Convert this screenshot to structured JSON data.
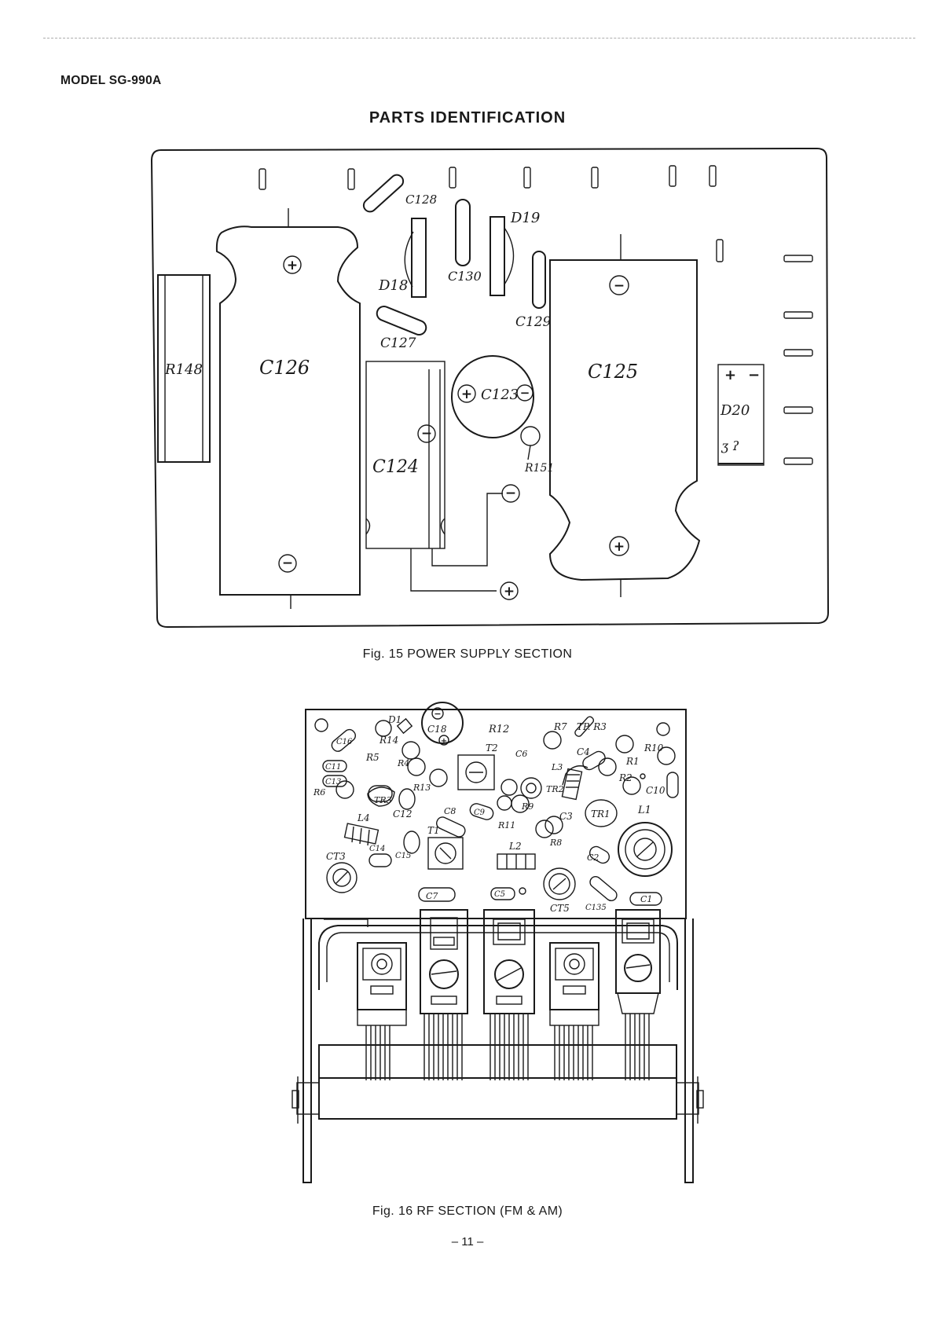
{
  "header": {
    "model": "MODEL SG-990A",
    "title": "PARTS IDENTIFICATION"
  },
  "figure15": {
    "caption": "Fig. 15   POWER SUPPLY SECTION",
    "labels": {
      "c128": "C128",
      "d19": "D19",
      "d18": "D18",
      "c130": "C130",
      "c129": "C129",
      "c127": "C127",
      "r148": "R148",
      "c126": "C126",
      "c125": "C125",
      "c123": "C123",
      "c124": "C124",
      "r151": "R151",
      "d20": "D20"
    }
  },
  "figure16": {
    "caption": "Fig. 16    RF SECTION (FM & AM)",
    "labels": {
      "d1": "D1",
      "c18": "C18",
      "r12": "R12",
      "r7": "R7",
      "tp_r3": "TP. R3",
      "r14": "R14",
      "c16": "C16",
      "r5": "R5",
      "r4": "R4",
      "t2": "T2",
      "c6": "C6",
      "c4": "C4",
      "r10": "R10",
      "c11": "C11",
      "c13": "C13",
      "r6": "R6",
      "tr3": "TR3",
      "r13": "R13",
      "c12": "C12",
      "c8": "C8",
      "c9": "C9",
      "r9": "R9",
      "r11": "R11",
      "l3": "L3",
      "tr2": "TR2",
      "r1": "R1",
      "r2": "R2",
      "c10": "C10",
      "c3": "C3",
      "tr1": "TR1",
      "l1": "L1",
      "l4": "L4",
      "t1": "T1",
      "ct3": "CT3",
      "c14": "C14",
      "c15": "C15",
      "l2": "L2",
      "r8": "R8",
      "c2": "C2",
      "c7": "C7",
      "c5": "C5",
      "ct5": "CT5",
      "c135": "C135",
      "c1": "C1"
    }
  },
  "footer": {
    "page_number": "– 11 –"
  }
}
